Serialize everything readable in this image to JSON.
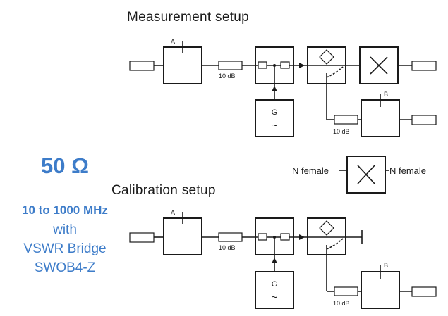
{
  "measurement_title": "Measurement setup",
  "calibration_title": "Calibration setup",
  "labels": {
    "A": "A",
    "B": "B",
    "G": "G",
    "tilde": "~",
    "attenuator": "10 dB"
  },
  "connector": {
    "left": "N female",
    "right": "N female"
  },
  "side_info": {
    "impedance": "50 Ω",
    "range": "10 to 1000 MHz",
    "with": "with",
    "bridge_line1": "VSWR Bridge",
    "bridge_line2": "SWOB4-Z"
  },
  "colors": {
    "accent": "#3d7cc9",
    "ink": "#1a1a1a"
  }
}
